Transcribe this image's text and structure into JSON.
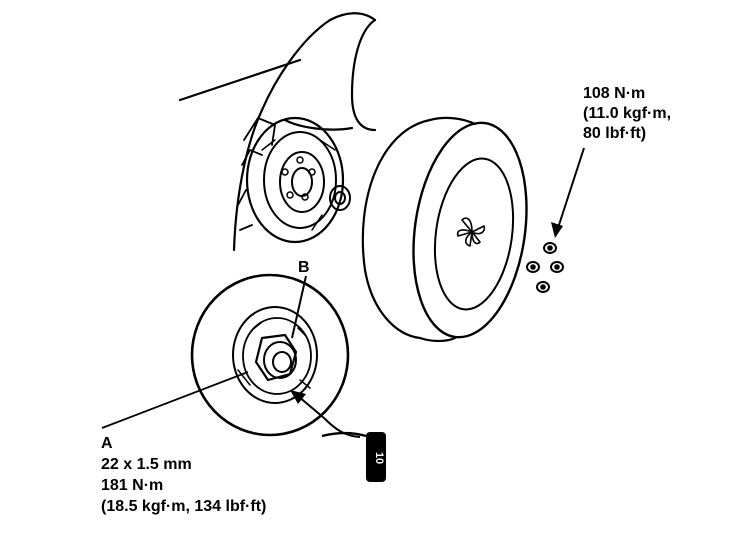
{
  "torque_wheel_nut": {
    "line1": "108 N·m",
    "line2": "(11.0 kgf·m,",
    "line3": "80 lbf·ft)"
  },
  "callout_b": "B",
  "spindle_nut": {
    "label": "A",
    "size": "22 x 1.5 mm",
    "torque": "181 N·m",
    "torque_alt": "(18.5 kgf·m, 134 lbf·ft)"
  },
  "tool_mark": "10"
}
